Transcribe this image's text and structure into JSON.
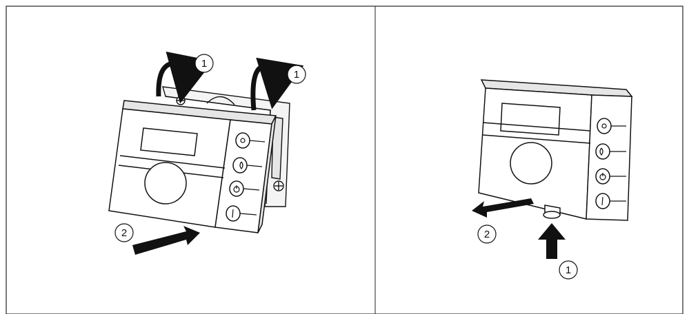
{
  "panels": [
    {
      "id": "mount",
      "steps": [
        {
          "number": "1"
        },
        {
          "number": "1"
        },
        {
          "number": "2"
        }
      ]
    },
    {
      "id": "remove",
      "steps": [
        {
          "number": "2"
        },
        {
          "number": "1"
        }
      ]
    }
  ],
  "device_buttons": [
    "sun-icon",
    "moon-icon",
    "power-icon",
    "info-icon"
  ],
  "colors": {
    "line": "#111111",
    "frame": "#222222",
    "fill": "#ffffff",
    "shade": "#e6e6e6"
  }
}
